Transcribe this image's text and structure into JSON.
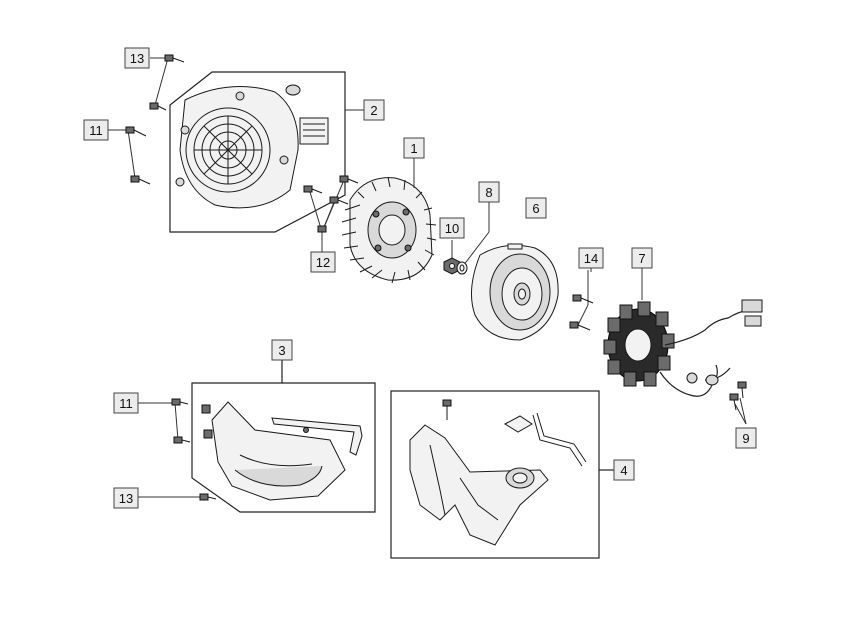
{
  "callouts": {
    "c1": "1",
    "c2": "2",
    "c3": "3",
    "c4": "4",
    "c6": "6",
    "c7": "7",
    "c8": "8",
    "c9": "9",
    "c10": "10",
    "c11a": "11",
    "c11b": "11",
    "c12": "12",
    "c13a": "13",
    "c13b": "13",
    "c14": "14"
  },
  "colors": {
    "background": "#ffffff",
    "callout_fill": "#ececec",
    "line": "#222222"
  }
}
